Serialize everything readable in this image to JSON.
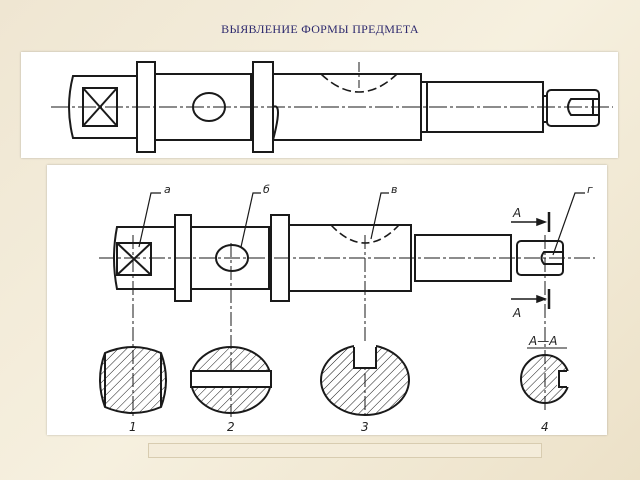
{
  "title": "ВЫЯВЛЕНИЕ ФОРМЫ ПРЕДМЕТА",
  "leaders": {
    "a": "а",
    "b": "б",
    "v": "в",
    "g": "г"
  },
  "section_marks": {
    "top": "А",
    "bottom": "А",
    "section_title": "А—А"
  },
  "section_numbers": [
    "1",
    "2",
    "3",
    "4"
  ]
}
